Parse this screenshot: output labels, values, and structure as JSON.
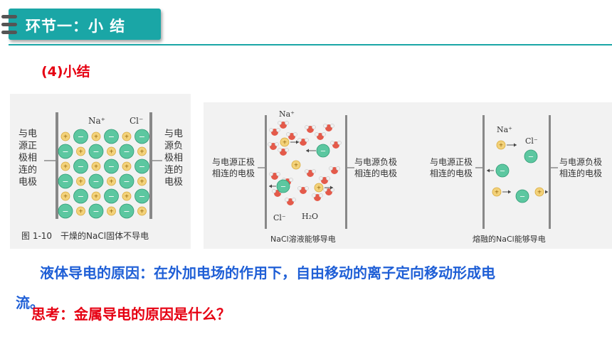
{
  "header": {
    "title": "环节一：小 结"
  },
  "subtitle": "(4)小结",
  "figure1": {
    "left_label": [
      "与电",
      "源正",
      "极相",
      "连的",
      "电极"
    ],
    "right_label": [
      "与电",
      "源负",
      "极相",
      "连的",
      "电极"
    ],
    "na_label": "Na⁺",
    "cl_label": "Cl⁻",
    "caption": "图 1-10　干燥的NaCl固体不导电"
  },
  "figure2": {
    "left_label": [
      "与电源正极",
      "相连的电极"
    ],
    "right_label": [
      "与电源负极",
      "相连的电极"
    ],
    "na_label": "Na⁺",
    "cl_label": "Cl⁻",
    "water_label": "H₂O",
    "caption": "NaCl溶液能够导电"
  },
  "figure3": {
    "left_label": [
      "与电源正极",
      "相连的电极"
    ],
    "right_label": [
      "与电源负极",
      "相连的电极"
    ],
    "na_label": "Na⁺",
    "cl_label": "Cl⁻",
    "caption": "熔融的NaCl能够导电"
  },
  "conclusion": {
    "line1": "液体导电的原因：在外加电场的作用下，自由移动的离子定向移动形成电",
    "line2": "流。"
  },
  "question": "思考：金属导电的原因是什么？",
  "colors": {
    "accent": "#1aa6a6",
    "red": "#e60012",
    "blue": "#1f5fd6",
    "na_ion": "#f3d27a",
    "cl_ion": "#5cc7a0"
  }
}
